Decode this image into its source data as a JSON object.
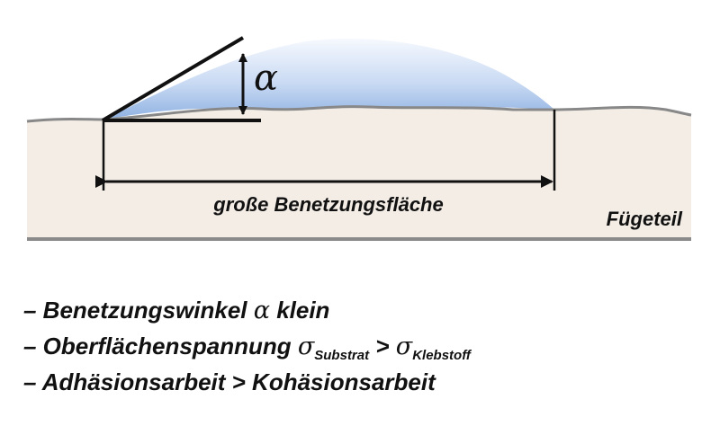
{
  "diagram": {
    "angle_symbol": "α",
    "width_label": "große Benetzungsfläche",
    "part_label": "Fügeteil",
    "colors": {
      "substrate": "#f3ede6",
      "droplet_light": "#f3f7fd",
      "droplet_dark": "#95b7e4",
      "lines": "#111111",
      "surface": "#888888"
    }
  },
  "bullets": {
    "b1_prefix": "– Benetzungswinkel ",
    "b1_symbol": "α",
    "b1_suffix": " klein",
    "b2_prefix": "– Oberflächenspannung ",
    "b2_sigma1": "σ",
    "b2_sub1": "Substrat",
    "b2_gt": " > ",
    "b2_sigma2": "σ",
    "b2_sub2": "Klebstoff",
    "b3": "– Adhäsionsarbeit > Kohäsionsarbeit"
  }
}
